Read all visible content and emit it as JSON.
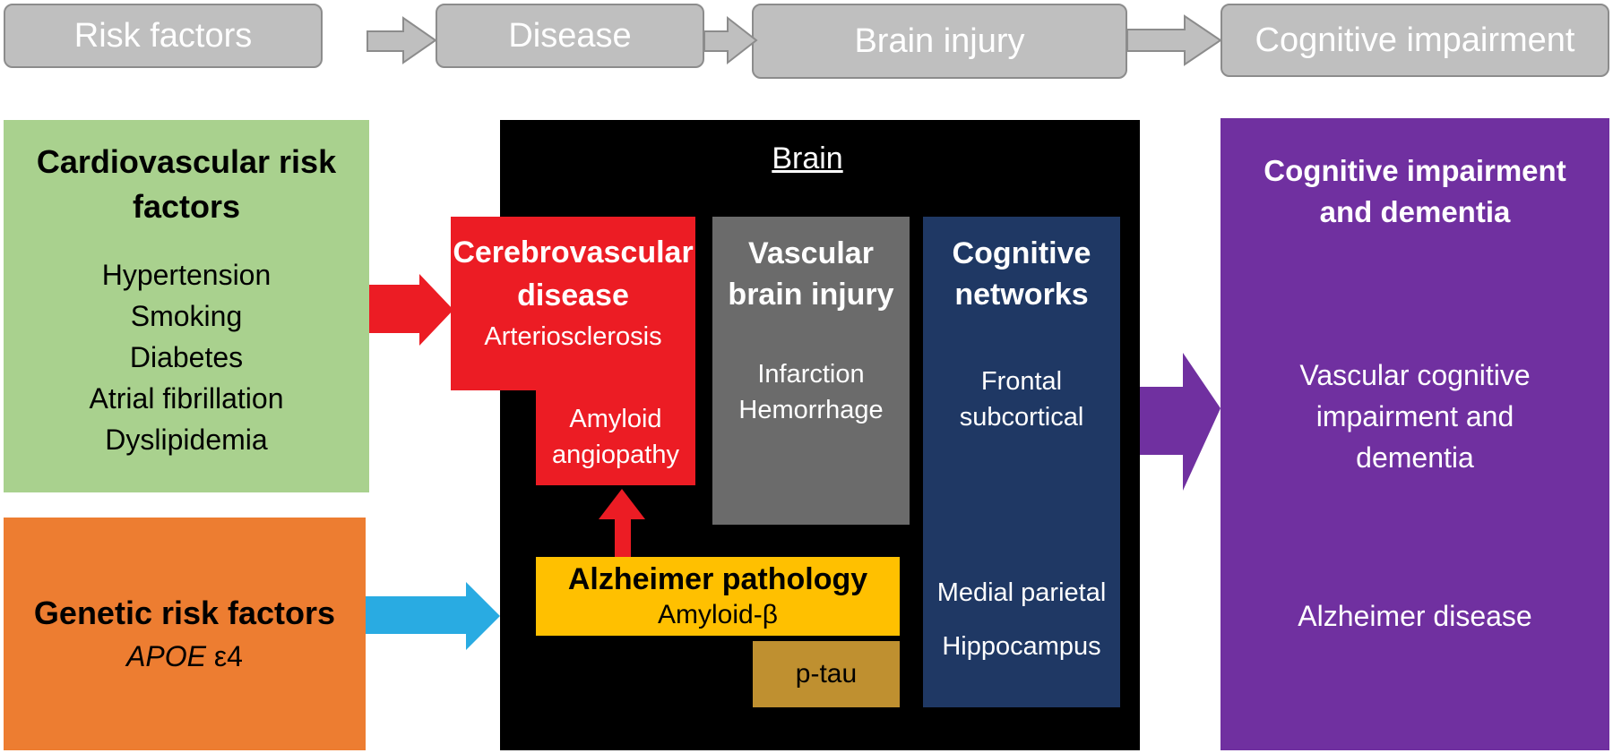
{
  "stages": [
    "Risk factors",
    "Disease",
    "Brain injury",
    "Cognitive impairment"
  ],
  "colors": {
    "green": "#a9d18e",
    "orange": "#ed7d31",
    "black": "#000000",
    "red": "#ec1c24",
    "gray": "#6b6b6b",
    "navy": "#1f3864",
    "yellow": "#ffc000",
    "ochre": "#bf9030",
    "purple": "#7030a0",
    "blue": "#29abe2",
    "stage_gray": "#bfbfbf"
  },
  "cardio": {
    "title_line1": "Cardiovascular risk",
    "title_line2": "factors",
    "items": [
      "Hypertension",
      "Smoking",
      "Diabetes",
      "Atrial fibrillation",
      "Dyslipidemia"
    ]
  },
  "genetic": {
    "title": "Genetic risk factors",
    "gene": "APOE",
    "allele": " ε4"
  },
  "brain": {
    "title": "Brain",
    "cerebro": {
      "title_line1": "Cerebrovascular",
      "title_line2": "disease",
      "item1": "Arteriosclerosis",
      "item2_line1": "Amyloid",
      "item2_line2": "angiopathy"
    },
    "vascular": {
      "title_line1": "Vascular",
      "title_line2": "brain injury",
      "item1": "Infarction",
      "item2": "Hemorrhage"
    },
    "networks": {
      "title_line1": "Cognitive",
      "title_line2": "networks",
      "item1": "Frontal",
      "item2": "subcortical",
      "item3": "Medial parietal",
      "item4": "Hippocampus"
    },
    "alzheimer": {
      "title": "Alzheimer pathology",
      "item1": "Amyloid-β",
      "item2": "p-tau"
    }
  },
  "outcome": {
    "title_line1": "Cognitive impairment",
    "title_line2": "and dementia",
    "item1_line1": "Vascular cognitive",
    "item1_line2": "impairment and",
    "item1_line3": "dementia",
    "item2": "Alzheimer disease"
  }
}
